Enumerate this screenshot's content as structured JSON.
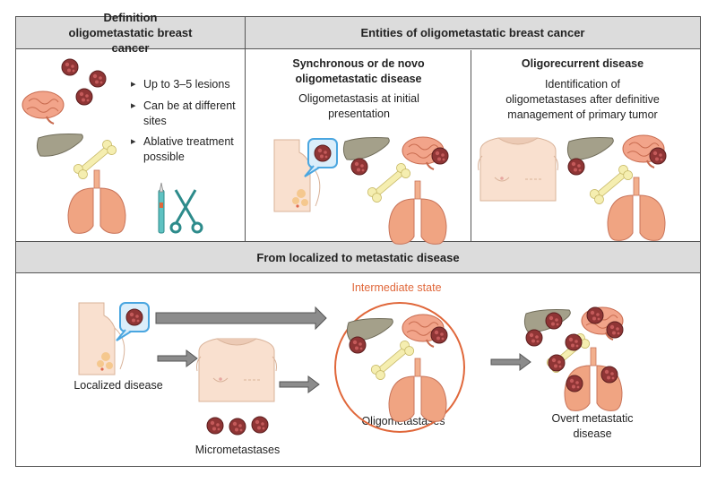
{
  "sections": {
    "definition_title": "Definition oligometastatic breast cancer",
    "entities_title": "Entities of oligometastatic breast cancer",
    "progression_title": "From localized to metastatic disease"
  },
  "definition": {
    "bullets": [
      "Up to 3–5 lesions",
      "Can be at different sites",
      "Ablative treatment possible"
    ]
  },
  "synchronous": {
    "title": "Synchronous or de novo oligometastatic disease",
    "text": "Oligometastasis at initial presentation"
  },
  "oligorecurrent": {
    "title": "Oligorecurrent disease",
    "text": "Identification of oligometastases after definitive management of primary tumor"
  },
  "progression": {
    "intermediate_label": "Intermediate state",
    "localized": "Localized disease",
    "micrometastases": "Micrometastases",
    "oligometastases": "Oligometastases",
    "overt": "Overt metastatic disease"
  },
  "colors": {
    "header_bg": "#dcdcdc",
    "accent_orange": "#e0673a",
    "skin": "#f8dcc8",
    "organ_pink": "#f0a07c",
    "liver": "#9e9a84",
    "bone": "#f3e9a6",
    "tumor": "#9b3a3a",
    "callout_blue": "#4aa6e0"
  }
}
